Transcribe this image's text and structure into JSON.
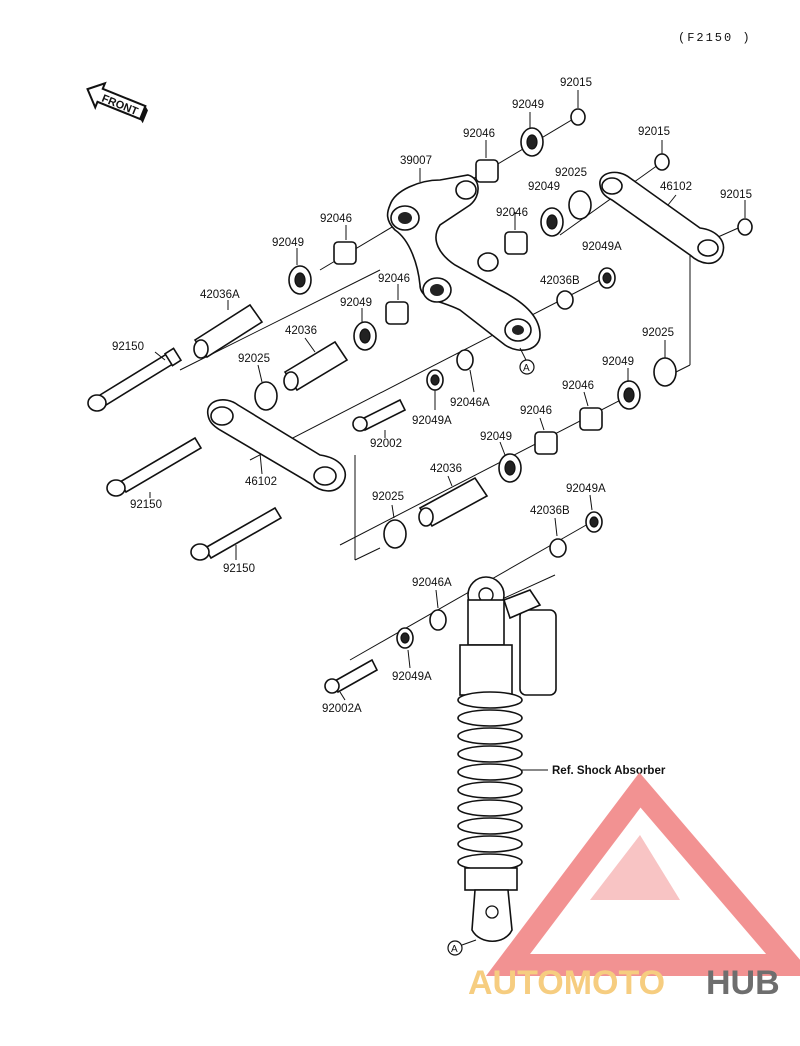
{
  "header": {
    "code": "(F2150 )"
  },
  "front_arrow": {
    "label": "FRONT"
  },
  "labels": {
    "p92015_top": "92015",
    "p92049_top": "92049",
    "p92046_top": "92046",
    "p39007": "39007",
    "p92015_mid": "92015",
    "p92025_mid": "92025",
    "p46102_right": "46102",
    "p92049_mid": "92049",
    "p92015_right": "92015",
    "p92046_left": "92046",
    "p92046_mid": "92046",
    "p92049_left": "92049",
    "p92049A_right": "92049A",
    "p42036B_top": "42036B",
    "p92046_center": "92046",
    "p42036A": "42036A",
    "p92049_center": "92049",
    "p42036_top": "42036",
    "p92025_right": "92025",
    "p92150_top": "92150",
    "p92025_left": "92025",
    "p92049_right2": "92049",
    "p92046_right2": "92046",
    "p92046A_top": "92046A",
    "p92049A_mid": "92049A",
    "p92046_low": "92046",
    "p92002": "92002",
    "p92049_low": "92049",
    "p46102_left": "46102",
    "p42036_low": "42036",
    "p92150_mid": "92150",
    "p92049A_low": "92049A",
    "p92025_low": "92025",
    "p42036B_low": "42036B",
    "p92150_bottom": "92150",
    "p92046A_low": "92046A",
    "p92049A_bottom": "92049A",
    "p92002A": "92002A",
    "ref_shock": "Ref. Shock Absorber",
    "marker_a_top": "A",
    "marker_a_bottom": "A"
  },
  "watermark": {
    "part1": "AUTOMOTO",
    "part2": "HUB",
    "color_light": "#f5c56a",
    "color_dark": "#555555",
    "triangle_color": "#f08080"
  }
}
